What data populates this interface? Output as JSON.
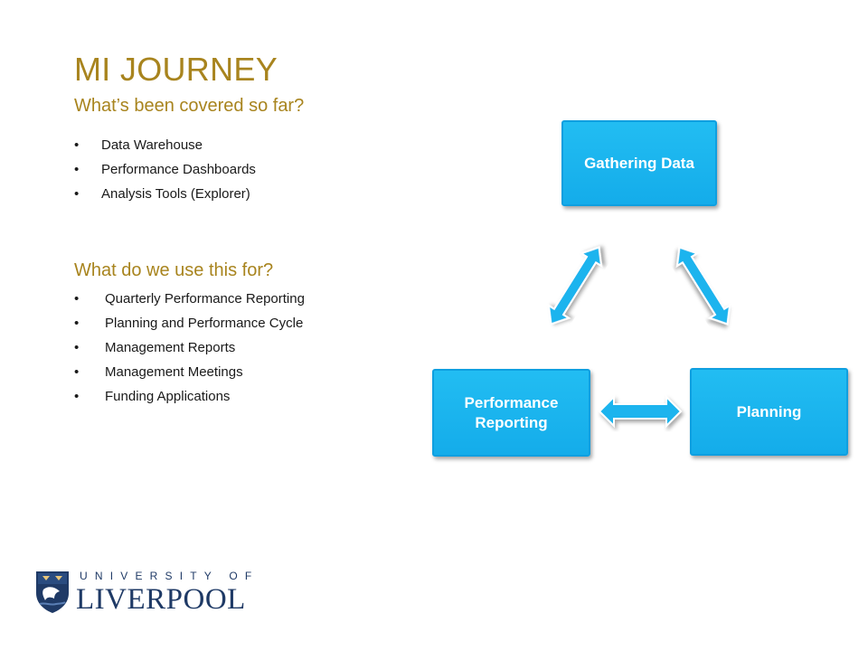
{
  "title": "MI JOURNEY",
  "subtitle": "What’s been covered so far?",
  "covered": [
    "Data Warehouse",
    "Performance Dashboards",
    "Analysis Tools (Explorer)"
  ],
  "uses_heading": "What do we use this for?",
  "uses": [
    "Quarterly Performance Reporting",
    "Planning and Performance Cycle",
    "Management Reports",
    "Management Meetings",
    "Funding Applications"
  ],
  "cycle": {
    "nodes": {
      "gathering": "Gathering Data",
      "performance": "Performance Reporting",
      "planning": "Planning"
    },
    "colors": {
      "node_fill": "#1ab4ee",
      "arrow_fill": "#1ab4ee",
      "arrow_stroke": "#ffffff"
    }
  },
  "logo": {
    "line1": "UNIVERSITY OF",
    "line2": "LIVERPOOL",
    "color": "#1f3a66"
  },
  "colors": {
    "accent": "#a8841e",
    "text": "#1a1a1a"
  }
}
